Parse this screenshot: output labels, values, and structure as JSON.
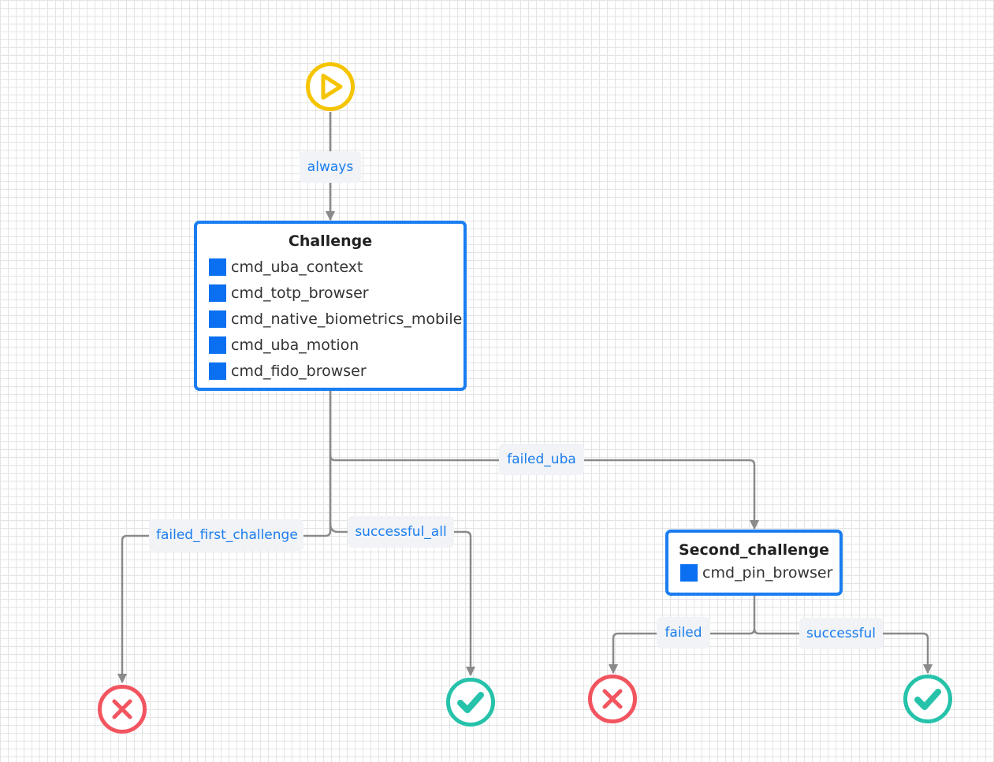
{
  "workflow": {
    "start": {
      "icon": "play-icon",
      "color": "#f5c400"
    },
    "edges": {
      "always": "always",
      "failed_uba": "failed_uba",
      "failed_first_challenge": "failed_first_challenge",
      "successful_all": "successful_all",
      "failed": "failed",
      "successful": "successful"
    },
    "challenge": {
      "title": "Challenge",
      "steps": [
        "cmd_uba_context",
        "cmd_totp_browser",
        "cmd_native_biometrics_mobile",
        "cmd_uba_motion",
        "cmd_fido_browser"
      ]
    },
    "second_challenge": {
      "title": "Second_challenge",
      "steps": [
        "cmd_pin_browser"
      ]
    },
    "terminals": {
      "fail_icon": "close-icon",
      "success_icon": "checkmark-icon",
      "fail_color": "#f2555f",
      "success_color": "#26c2aa"
    },
    "colors": {
      "node_border": "#1a7df0",
      "step_square": "#0a6ff0",
      "connector": "#8a8a8a",
      "edge_label_text": "#1a7df0"
    }
  }
}
